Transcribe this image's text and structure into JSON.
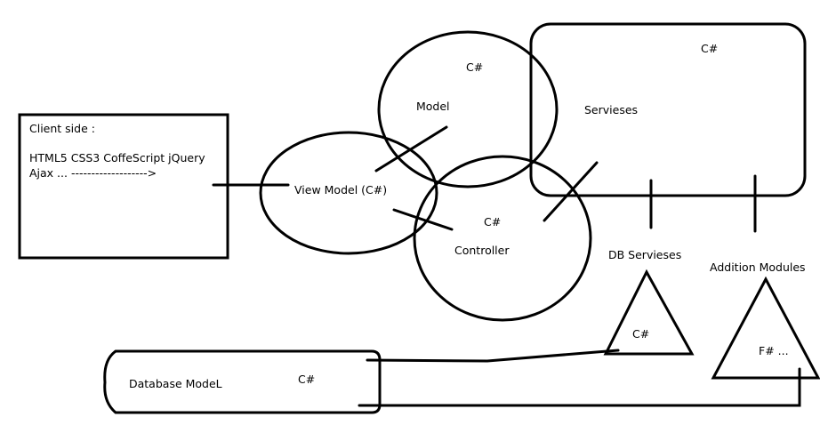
{
  "client": {
    "title": "Client side :",
    "line1": "HTML5 CSS3 CoffeScript jQuery",
    "line2": "Ajax ... ------------------->"
  },
  "model": {
    "lang": "C#",
    "label": "Model"
  },
  "view_model": {
    "label": "View Model (C#)"
  },
  "controller": {
    "lang": "C#",
    "label": "Controller"
  },
  "services": {
    "lang": "C#",
    "label": "Servieses"
  },
  "db_services": {
    "label": "DB Servieses",
    "lang": "C#"
  },
  "addition_modules": {
    "label": "Addition Modules",
    "lang": "F# ..."
  },
  "database_model": {
    "label": "Database ModeL",
    "lang": "C#"
  }
}
